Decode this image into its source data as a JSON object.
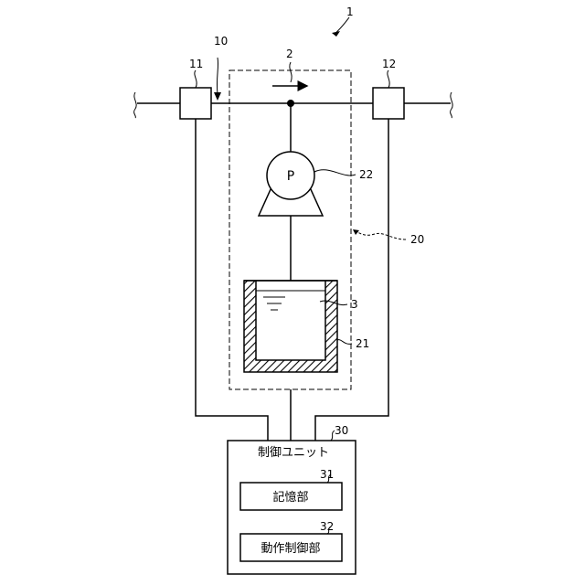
{
  "labels": {
    "system": "1",
    "unit": "2",
    "pipe": "10",
    "sensor_left": "11",
    "sensor_right": "12",
    "module": "20",
    "tank": "21",
    "pump": "22",
    "liquid": "3",
    "controller": "30",
    "storage": "31",
    "operation_controller": "32"
  },
  "pump_symbol": "P",
  "controller": {
    "title": "制御ユニット",
    "storage_label": "記憶部",
    "operation_label": "動作制御部"
  }
}
